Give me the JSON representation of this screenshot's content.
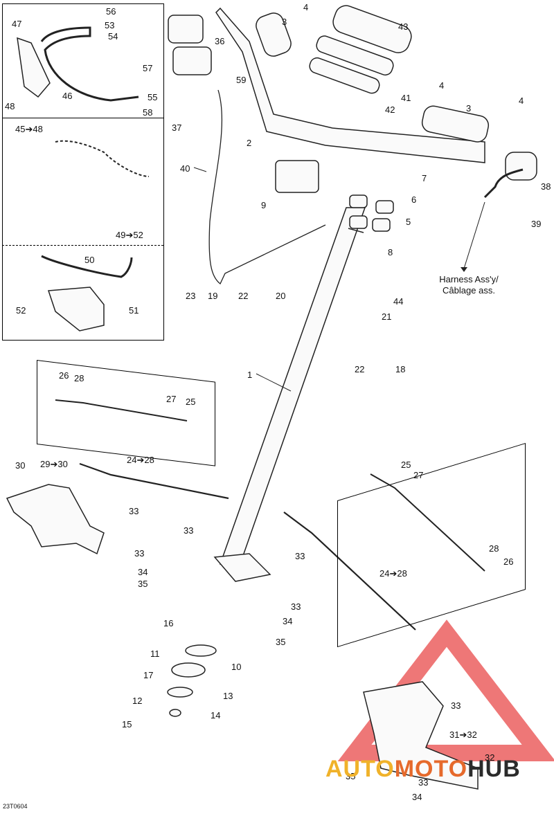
{
  "diagram": {
    "code": "23T0604",
    "harness_label_line1": "Harness Ass'y/",
    "harness_label_line2": "Câblage ass.",
    "brand": {
      "auto": "AUTO",
      "moto": "MOTO",
      "hub": "HUB"
    },
    "callouts": [
      "56",
      "53",
      "54",
      "47",
      "57",
      "55",
      "58",
      "46",
      "48",
      "45➔48",
      "49➔52",
      "50",
      "52",
      "51",
      "36",
      "59",
      "37",
      "40",
      "4",
      "3",
      "43",
      "41",
      "42",
      "2",
      "9",
      "7",
      "6",
      "5",
      "8",
      "38",
      "39",
      "23",
      "19",
      "22",
      "20",
      "44",
      "21",
      "18",
      "1",
      "26",
      "28",
      "27",
      "25",
      "24➔28",
      "30",
      "29➔30",
      "33",
      "34",
      "35",
      "16",
      "11",
      "10",
      "17",
      "12",
      "13",
      "15",
      "14",
      "31➔32",
      "32"
    ]
  }
}
